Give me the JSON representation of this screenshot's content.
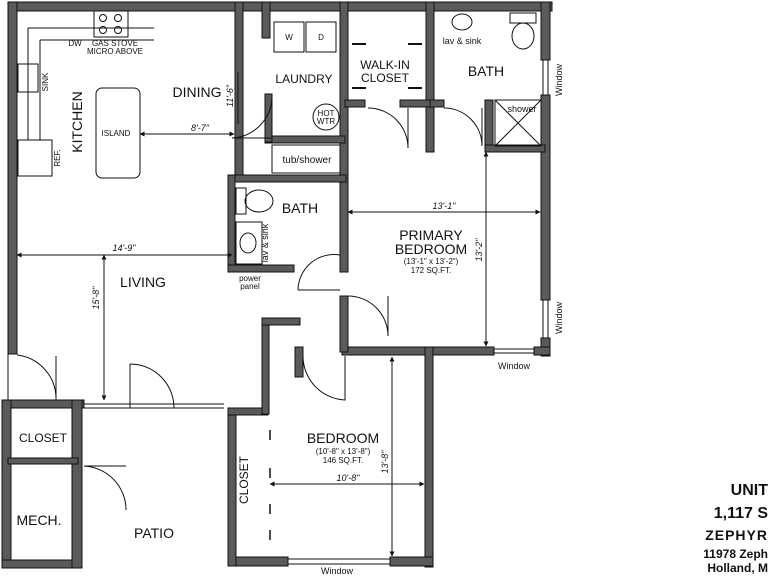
{
  "rooms": {
    "kitchen": "KITCHEN",
    "dining": "DINING",
    "laundry": "LAUNDRY",
    "walk_in_closet_line1": "WALK-IN",
    "walk_in_closet_line2": "CLOSET",
    "bath_primary": "BATH",
    "bath_hall": "BATH",
    "primary_bedroom_line1": "PRIMARY",
    "primary_bedroom_line2": "BEDROOM",
    "primary_bedroom_dims": "(13'-1\" x 13'-2\")",
    "primary_bedroom_sqft": "172 SQ.FT.",
    "living": "LIVING",
    "bedroom": "BEDROOM",
    "bedroom_dims": "(10'-8\" x 13'-8\")",
    "bedroom_sqft": "146 SQ.FT.",
    "closet_mech": "CLOSET",
    "closet_bedroom": "CLOSET",
    "mech": "MECH.",
    "patio": "PATIO"
  },
  "fixtures": {
    "dw": "DW",
    "gas_stove": "GAS STOVE",
    "micro_above": "MICRO ABOVE",
    "sink": "SINK",
    "ref": "REF.",
    "island": "ISLAND",
    "washer": "W",
    "dryer": "D",
    "hot_wtr_line1": "HOT",
    "hot_wtr_line2": "WTR",
    "tub_shower": "tub/shower",
    "lav_sink_primary": "lav & sink",
    "lav_sink_hall": "lav & sink",
    "shower": "shower",
    "power_panel_line1": "power",
    "power_panel_line2": "panel"
  },
  "dimensions": {
    "dining_width": "8'-7\"",
    "dining_depth": "11'-6\"",
    "living_width": "14'-9\"",
    "living_depth": "15'-8\"",
    "primary_width": "13'-1\"",
    "primary_depth": "13'-2\"",
    "bedroom_width": "10'-8\"",
    "bedroom_depth": "13'-8\""
  },
  "windows": {
    "east_upper": "Window",
    "east_lower": "Window",
    "south_primary": "Window",
    "south_bedroom": "Window"
  },
  "unit_info": {
    "name": "UNIT",
    "sqft": "1,117 S",
    "brand": "ZEPHYR",
    "address_line1": "11978 Zeph",
    "address_line2": "Holland, M"
  },
  "colors": {
    "wall": "#5a5a5a",
    "wall_outline": "#111111",
    "background": "#ffffff"
  }
}
